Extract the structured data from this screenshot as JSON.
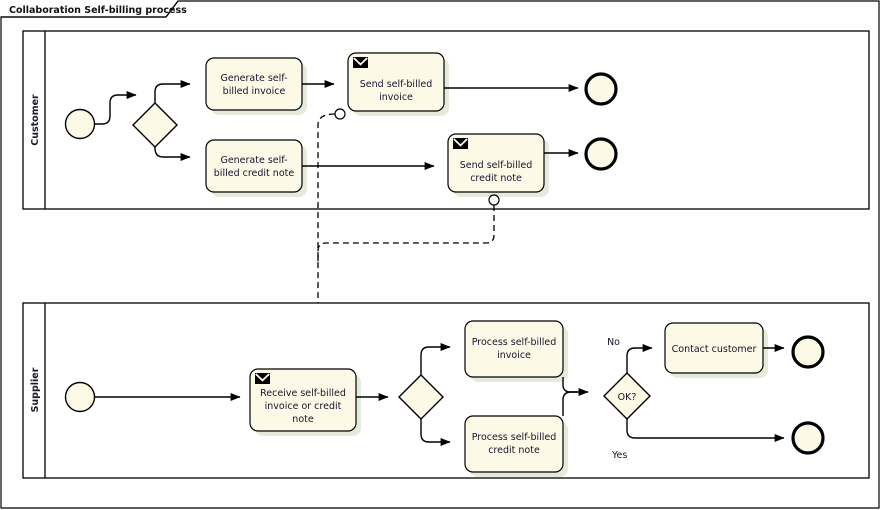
{
  "frame": {
    "label": "Collaboration Self-billing process",
    "kind": "bpmn-collaboration-frame"
  },
  "colors": {
    "shape_fill": "#fdf9e7",
    "shape_stroke": "#000000",
    "shadow": "#dfe8d5",
    "canvas": "#ffffff",
    "text": "#14142b",
    "pool_label_text": "#1a1a2e"
  },
  "pools": [
    {
      "id": "pool-customer",
      "label": "Customer",
      "elements": {
        "start_event": {
          "id": "customer-start",
          "type": "start-event",
          "label": ""
        },
        "gateway": {
          "id": "customer-split-gateway",
          "type": "exclusive-gateway",
          "label": ""
        },
        "tasks": [
          {
            "id": "task-generate-invoice",
            "type": "task",
            "label": "Generate self-billed invoice",
            "lines": [
              "Generate self-",
              "billed invoice"
            ]
          },
          {
            "id": "task-send-invoice",
            "type": "send-task",
            "label": "Send self-billed invoice",
            "lines": [
              "Send self-billed",
              "invoice"
            ],
            "icon": "envelope-icon"
          },
          {
            "id": "task-generate-credit-note",
            "type": "task",
            "label": "Generate self-billed credit note",
            "lines": [
              "Generate self-",
              "billed credit note"
            ]
          },
          {
            "id": "task-send-credit-note",
            "type": "send-task",
            "label": "Send self-billed credit note",
            "lines": [
              "Send self-billed",
              "credit note"
            ],
            "icon": "envelope-icon"
          }
        ],
        "end_events": [
          {
            "id": "customer-end-invoice",
            "type": "end-event",
            "label": ""
          },
          {
            "id": "customer-end-credit-note",
            "type": "end-event",
            "label": ""
          }
        ]
      }
    },
    {
      "id": "pool-supplier",
      "label": "Supplier",
      "elements": {
        "start_event": {
          "id": "supplier-start",
          "type": "start-event",
          "label": ""
        },
        "tasks": [
          {
            "id": "task-receive",
            "type": "receive-task",
            "label": "Receive self-billed invoice or credit note",
            "lines": [
              "Receive self-billed",
              "invoice or credit",
              "note"
            ],
            "icon": "envelope-icon"
          },
          {
            "id": "task-process-invoice",
            "type": "task",
            "label": "Process self-billed invoice",
            "lines": [
              "Process self-billed",
              "invoice"
            ]
          },
          {
            "id": "task-process-credit-note",
            "type": "task",
            "label": "Process self-billed credit note",
            "lines": [
              "Process self-billed",
              "credit note"
            ]
          },
          {
            "id": "task-contact-customer",
            "type": "task",
            "label": "Contact customer",
            "lines": [
              "Contact customer"
            ]
          }
        ],
        "gateways": [
          {
            "id": "supplier-split-gateway",
            "type": "exclusive-gateway",
            "label": ""
          },
          {
            "id": "supplier-ok-gateway",
            "type": "exclusive-gateway",
            "label": "OK?"
          }
        ],
        "end_events": [
          {
            "id": "supplier-end-contact",
            "type": "end-event",
            "label": ""
          },
          {
            "id": "supplier-end-ok",
            "type": "end-event",
            "label": ""
          }
        ]
      }
    }
  ],
  "flow_labels": {
    "no": "No",
    "yes": "Yes"
  },
  "message_flows": [
    {
      "id": "msgflow-invoice",
      "from": "task-send-invoice",
      "to": "task-receive",
      "style": "dashed"
    },
    {
      "id": "msgflow-credit-note",
      "from": "task-send-credit-note",
      "to": "task-receive",
      "style": "dashed"
    }
  ]
}
